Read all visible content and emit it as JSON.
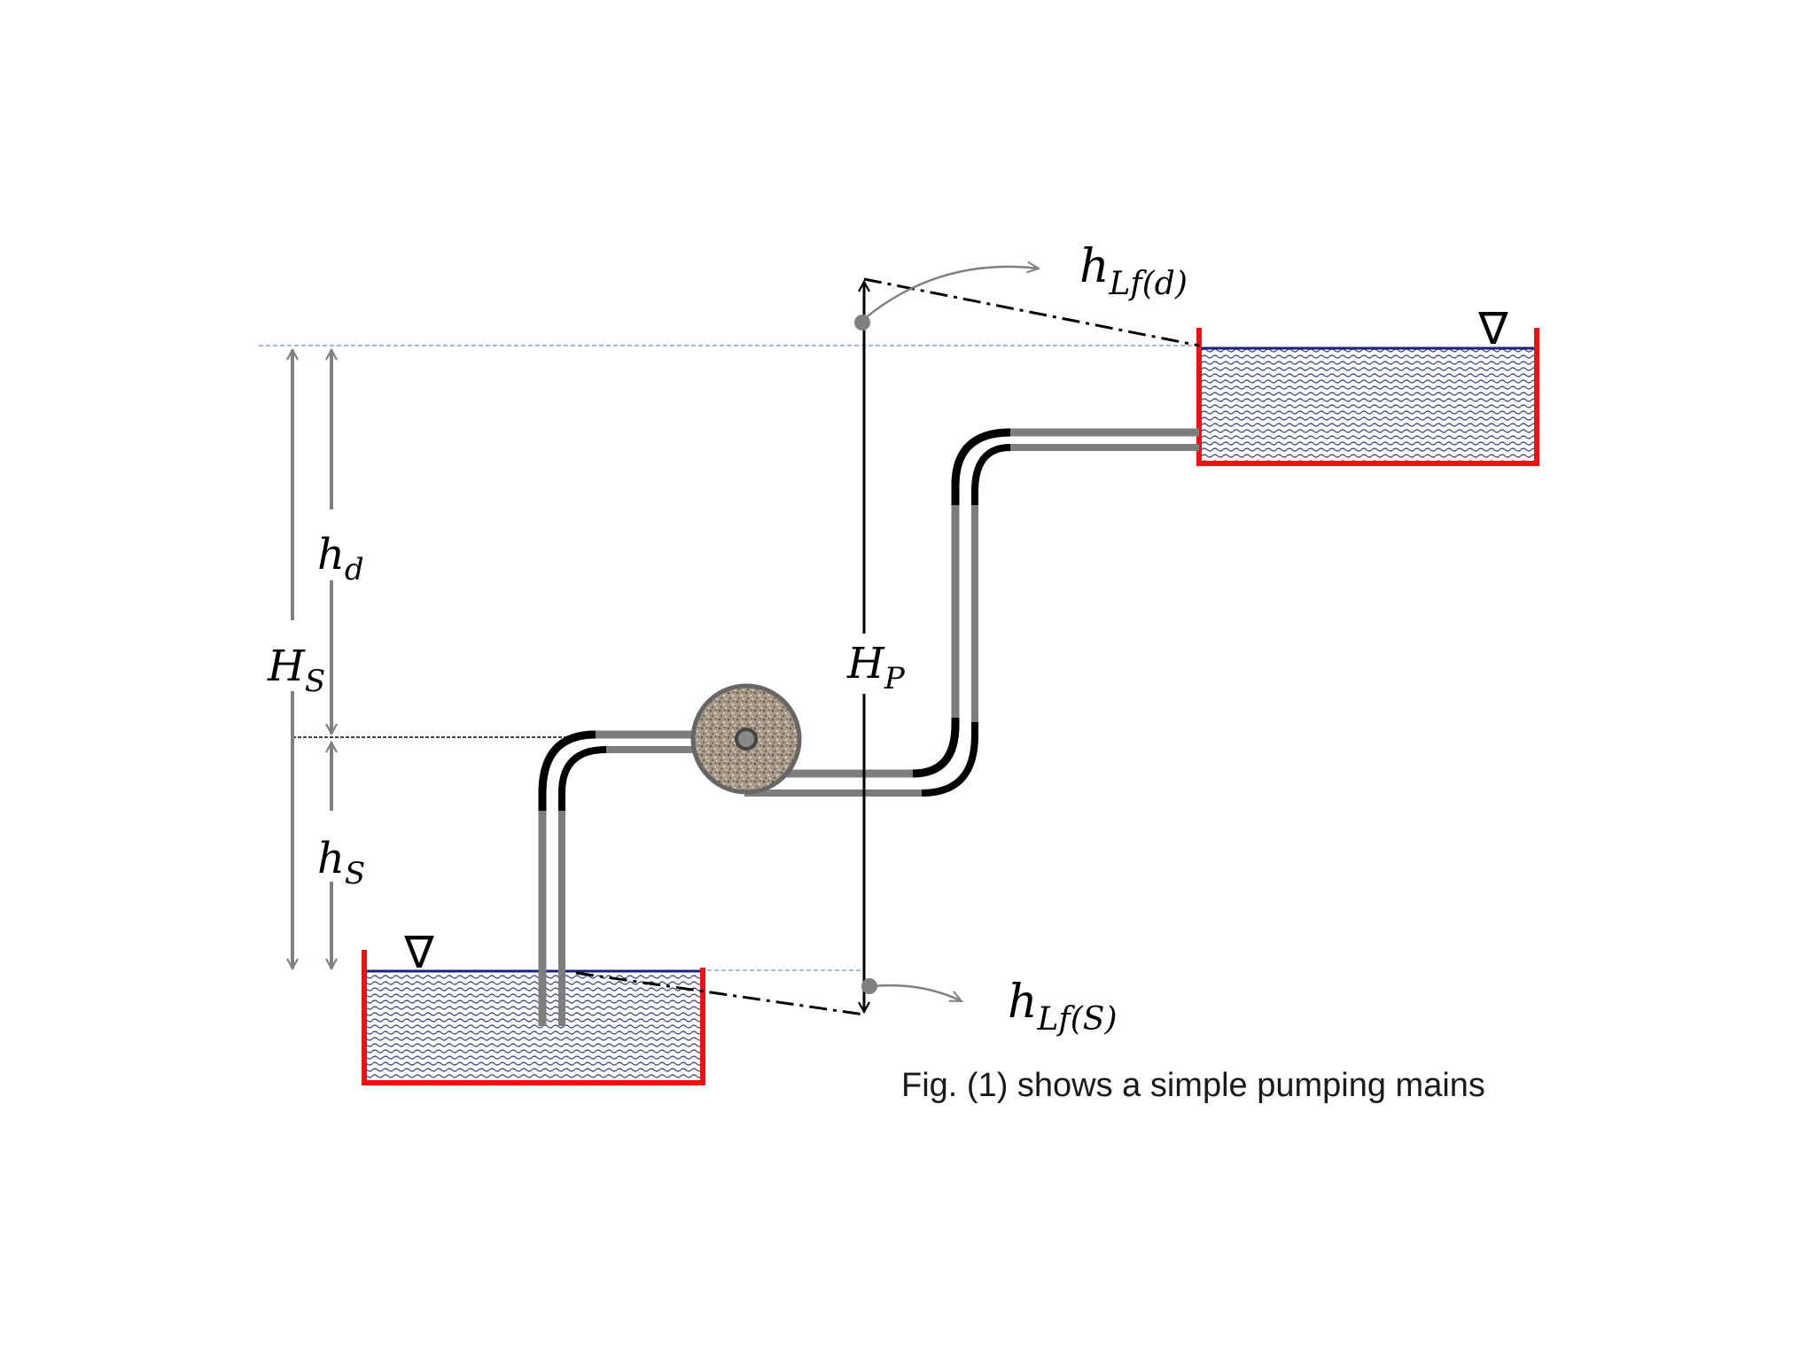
{
  "labels": {
    "h_d": {
      "main": "h",
      "sub": "d"
    },
    "H_S": {
      "main": "H",
      "sub": "S"
    },
    "h_S": {
      "main": "h",
      "sub": "S"
    },
    "H_P": {
      "main": "H",
      "sub": "P"
    },
    "h_Lf_d": {
      "main": "h",
      "sub": "Lf(d)"
    },
    "h_Lf_S": {
      "main": "h",
      "sub": "Lf(S)"
    },
    "water_level_symbol": "∇"
  },
  "caption": "Fig. (1) shows a simple pumping mains",
  "colors": {
    "tank_wall": "#ee1111",
    "water_surface": "#1a237e",
    "water_pattern": "#2a3a7a",
    "pipe_light": "#7d7d7d",
    "pipe_dark": "#000000",
    "dimension_arrow": "#808080",
    "reference_line": "#8ea2c8",
    "pump_fill": "#a89a88"
  }
}
